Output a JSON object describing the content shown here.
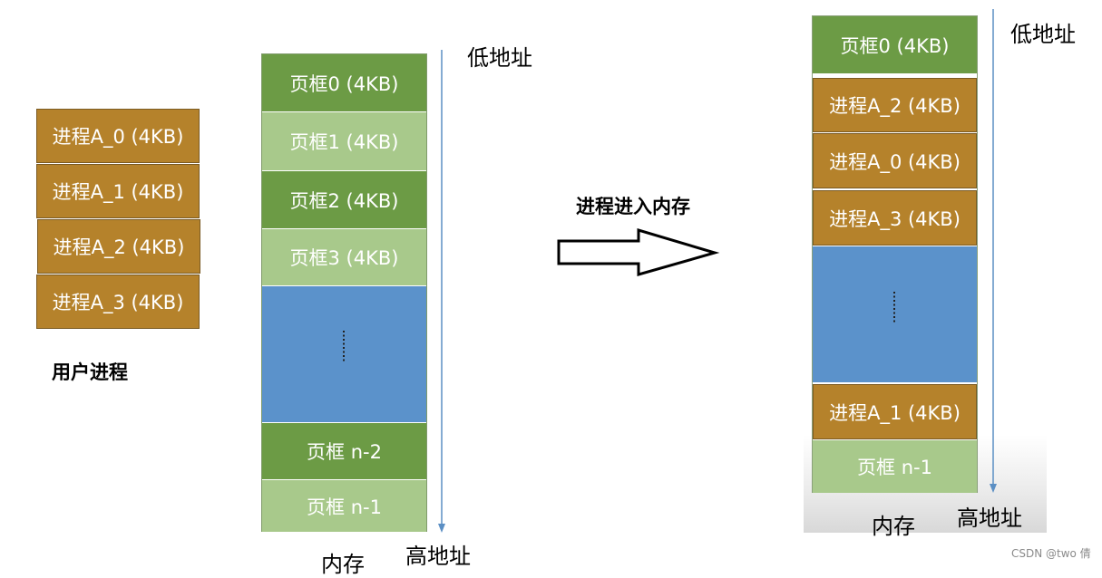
{
  "left": {
    "process_blocks": [
      "进程A_0 (4KB)",
      "进程A_1 (4KB)",
      "进程A_2 (4KB)",
      "进程A_3 (4KB)"
    ],
    "process_label": "用户进程"
  },
  "middle": {
    "frames": [
      "页框0 (4KB)",
      "页框1 (4KB)",
      "页框2 (4KB)",
      "页框3 (4KB)",
      "页框 n-2",
      "页框 n-1"
    ],
    "ellipsis": "⋮",
    "memory_label": "内存",
    "low_address": "低地址",
    "high_address": "高地址"
  },
  "arrow_label": "进程进入内存",
  "right": {
    "blocks": [
      "页框0 (4KB)",
      "进程A_2 (4KB)",
      "进程A_0 (4KB)",
      "进程A_3 (4KB)",
      "进程A_1 (4KB)",
      "页框 n-1"
    ],
    "memory_label": "内存",
    "low_address": "低地址",
    "high_address": "高地址"
  },
  "watermark": "CSDN @two 倩",
  "colors": {
    "process": "#b5822b",
    "frame_dark": "#6c9b45",
    "frame_light": "#a8c98b",
    "free_blue": "#5b92cb",
    "axis_line": "#5b8fc4"
  }
}
